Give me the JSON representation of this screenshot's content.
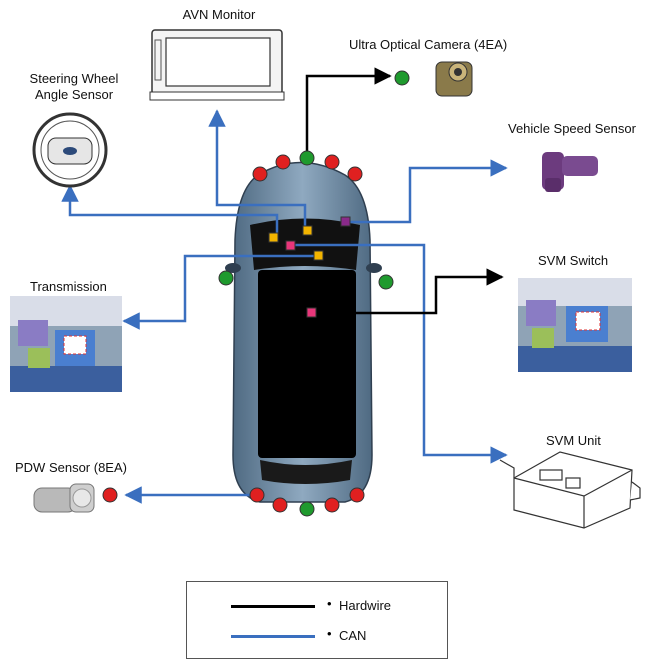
{
  "components": {
    "avn_monitor": "AVN Monitor",
    "steering_sensor_line1": "Steering Wheel",
    "steering_sensor_line2": "Angle Sensor",
    "camera": "Ultra Optical Camera (4EA)",
    "speed_sensor": "Vehicle Speed Sensor",
    "transmission": "Transmission",
    "svm_switch": "SVM Switch",
    "svm_unit": "SVM Unit",
    "pdw_sensor": "PDW Sensor (8EA)"
  },
  "legend": {
    "hardwire_label": "Hardwire",
    "can_label": "CAN",
    "bullet": "•"
  },
  "colors": {
    "hardwire": "#000000",
    "can": "#3a6fbf",
    "pdw_sensor_dot": "#e02020",
    "camera_dot": "#1f9a2e",
    "ecu_yellow": "#f2b400",
    "ecu_pink": "#e8367a",
    "ecu_purple": "#8a2a8a",
    "car_body": "#6f8ca6"
  }
}
